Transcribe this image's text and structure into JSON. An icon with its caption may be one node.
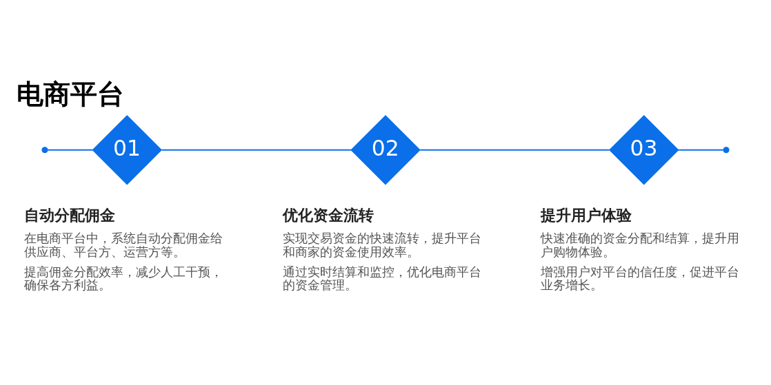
{
  "diagram": {
    "title": "电商平台",
    "nodes": [
      {
        "text": [],
        "shape": "circle"
      },
      {
        "text": [
          "01"
        ],
        "beside": [
          "自动分配佣金",
          "在电商平台中，系统自动分配佣金给供应商、平台方、运营方等。",
          "提高佣金分配效率，减少人工干预，确保各方利益。"
        ]
      },
      {
        "text": [
          "02"
        ],
        "beside": [
          "优化资金流转",
          "实现交易资金的快速流转，提升平台和商家的资金使用效率。",
          "通过实时结算和监控，优化电商平台的资金管理。"
        ]
      },
      {
        "text": [
          "03"
        ],
        "beside": [
          "提升用户体验",
          "快速准确的资金分配和结算，提升用户购物体验。",
          "增强用户对平台的信任度，促进平台业务增长。"
        ]
      },
      {
        "text": [],
        "shape": "circle"
      }
    ],
    "edges": [
      {
        "from": 0,
        "to": 1,
        "arrow": "none"
      },
      {
        "from": 1,
        "to": 2,
        "arrow": "none"
      },
      {
        "from": 2,
        "to": 3,
        "arrow": "none"
      },
      {
        "from": 3,
        "to": 4,
        "arrow": "none"
      }
    ]
  }
}
